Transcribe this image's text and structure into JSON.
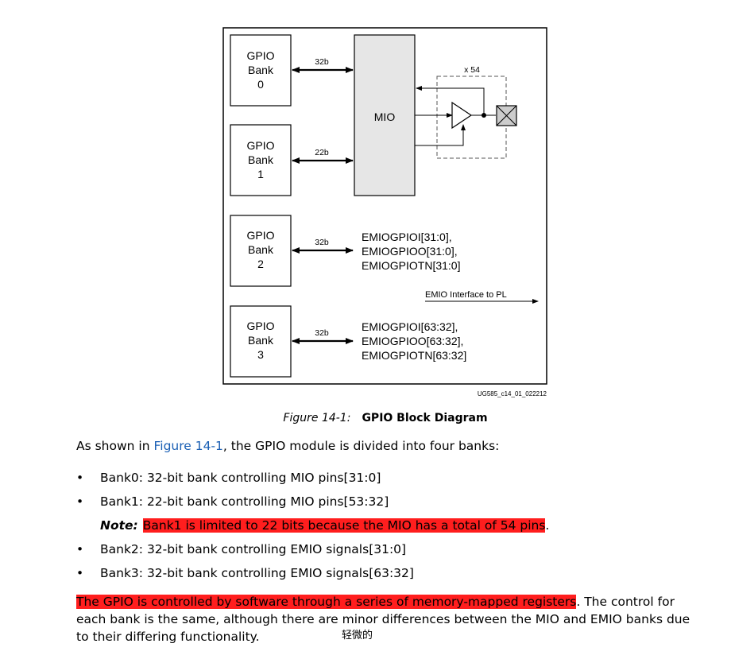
{
  "diagram": {
    "banks": [
      {
        "l1": "GPIO",
        "l2": "Bank",
        "l3": "0",
        "width": "32b"
      },
      {
        "l1": "GPIO",
        "l2": "Bank",
        "l3": "1",
        "width": "22b"
      },
      {
        "l1": "GPIO",
        "l2": "Bank",
        "l3": "2",
        "width": "32b"
      },
      {
        "l1": "GPIO",
        "l2": "Bank",
        "l3": "3",
        "width": "32b"
      }
    ],
    "mio_label": "MIO",
    "x54_label": "x 54",
    "emio_bank2": [
      "EMIOGPIOI[31:0],",
      "EMIOGPIOO[31:0],",
      "EMIOGPIOTN[31:0]"
    ],
    "emio_bank3": [
      "EMIOGPIOI[63:32],",
      "EMIOGPIOO[63:32],",
      "EMIOGPIOTN[63:32]"
    ],
    "emio_interface_label": "EMIO Interface to PL",
    "figure_id": "UG585_c14_01_022212"
  },
  "caption": {
    "number": "Figure 14-1:",
    "title": "GPIO Block Diagram"
  },
  "intro": {
    "before": "As shown in ",
    "link": "Figure 14-1",
    "after": ", the GPIO module is divided into four banks:"
  },
  "bullet_symbol": "•",
  "bullets": [
    "Bank0: 32-bit bank controlling MIO pins[31:0]",
    "Bank1: 22-bit bank controlling MIO pins[53:32]",
    "Bank2: 32-bit bank controlling EMIO signals[31:0]",
    "Bank3: 32-bit bank controlling EMIO signals[63:32]"
  ],
  "note": {
    "label": "Note:",
    "text": "Bank1 is limited to 22 bits because the MIO has a total of 54 pins",
    "end": "."
  },
  "final": {
    "highlighted": "The GPIO is controlled by software through a series of memory-mapped registers",
    "rest": ". The control for each bank is the same, although there are minor differences between the MIO and EMIO banks due to their differing functionality."
  },
  "annotation": "轻微的",
  "colors": {
    "highlight": "#ff1e1e",
    "link": "#1a5fb4",
    "mio_fill": "#e6e6e6"
  }
}
